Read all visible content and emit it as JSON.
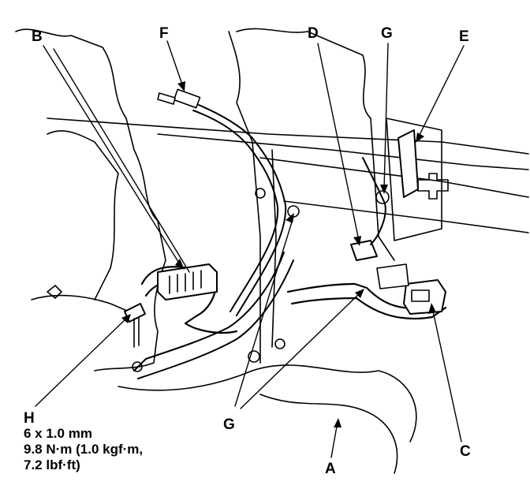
{
  "callouts": {
    "A": "A",
    "B": "B",
    "C": "C",
    "D": "D",
    "E": "E",
    "F": "F",
    "G_top": "G",
    "G_bottom": "G",
    "H": "H"
  },
  "fastener_spec": {
    "size": "6 x 1.0 mm",
    "torque_nm": "9.8 N·m (1.0 kgf·m,",
    "torque_lbf": "7.2 lbf·ft)"
  }
}
